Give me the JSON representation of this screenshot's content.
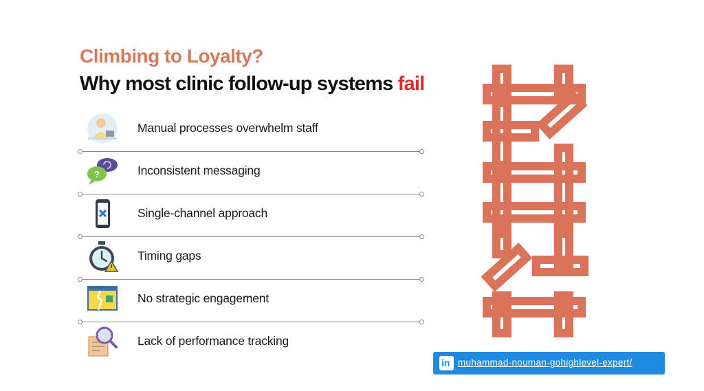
{
  "title": {
    "line1": "Climbing to Loyalty?",
    "line2_main": "Why most clinic follow-up systems ",
    "line2_accent": "fail"
  },
  "items": [
    {
      "label": "Manual processes overwhelm staff",
      "icon": "overwhelmed-person-icon"
    },
    {
      "label": "Inconsistent messaging",
      "icon": "chat-bubbles-icon"
    },
    {
      "label": "Single-channel approach",
      "icon": "phone-x-icon"
    },
    {
      "label": "Timing gaps",
      "icon": "stopwatch-warning-icon"
    },
    {
      "label": "No strategic engagement",
      "icon": "broken-browser-icon"
    },
    {
      "label": "Lack of performance tracking",
      "icon": "magnifier-report-icon"
    }
  ],
  "illustration": {
    "icon": "broken-ladder-icon"
  },
  "badge": {
    "icon": "linkedin-icon",
    "icon_text": "in",
    "text": "muhammad-nouman-gohighlevel-expert/"
  },
  "colors": {
    "accent": "#d9795c",
    "fail": "#e02b2b",
    "ladder": "#d9735a",
    "badge": "#1f8ae0"
  }
}
